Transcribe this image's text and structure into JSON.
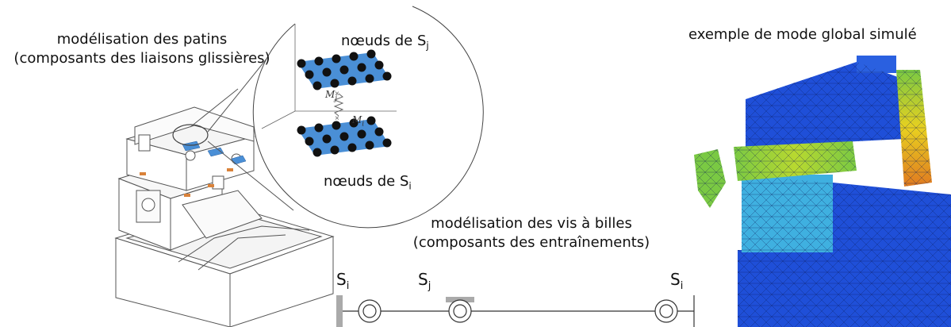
{
  "labels": {
    "patins_line1": "modélisation des patins",
    "patins_line2": "(composants des liaisons glissières)",
    "vis_line1": "modélisation des vis à billes",
    "vis_line2": "(composants des entraînements)",
    "mode_global": "exemple de mode global simulé",
    "noeuds_sj_prefix": "nœuds de S",
    "noeuds_sj_sub": "j",
    "noeuds_si_prefix": "nœuds de S",
    "noeuds_si_sub": "i",
    "mj_main": "M",
    "mj_sub": "j",
    "mi_main": "M",
    "mi_sub": "i"
  },
  "ballscrew": {
    "left_main": "S",
    "left_sub": "i",
    "mid_main": "S",
    "mid_sub": "j",
    "right_main": "S",
    "right_sub": "i"
  },
  "colors": {
    "pad_blue": "#4a8fd6",
    "node_black": "#111111",
    "mesh_blue": "#1f4fd8",
    "mesh_cyan": "#3fb0e0",
    "mesh_green": "#7ac943",
    "mesh_yellow": "#e8d020",
    "mesh_orange": "#e07a20",
    "pad_orange": "#d9823a"
  }
}
